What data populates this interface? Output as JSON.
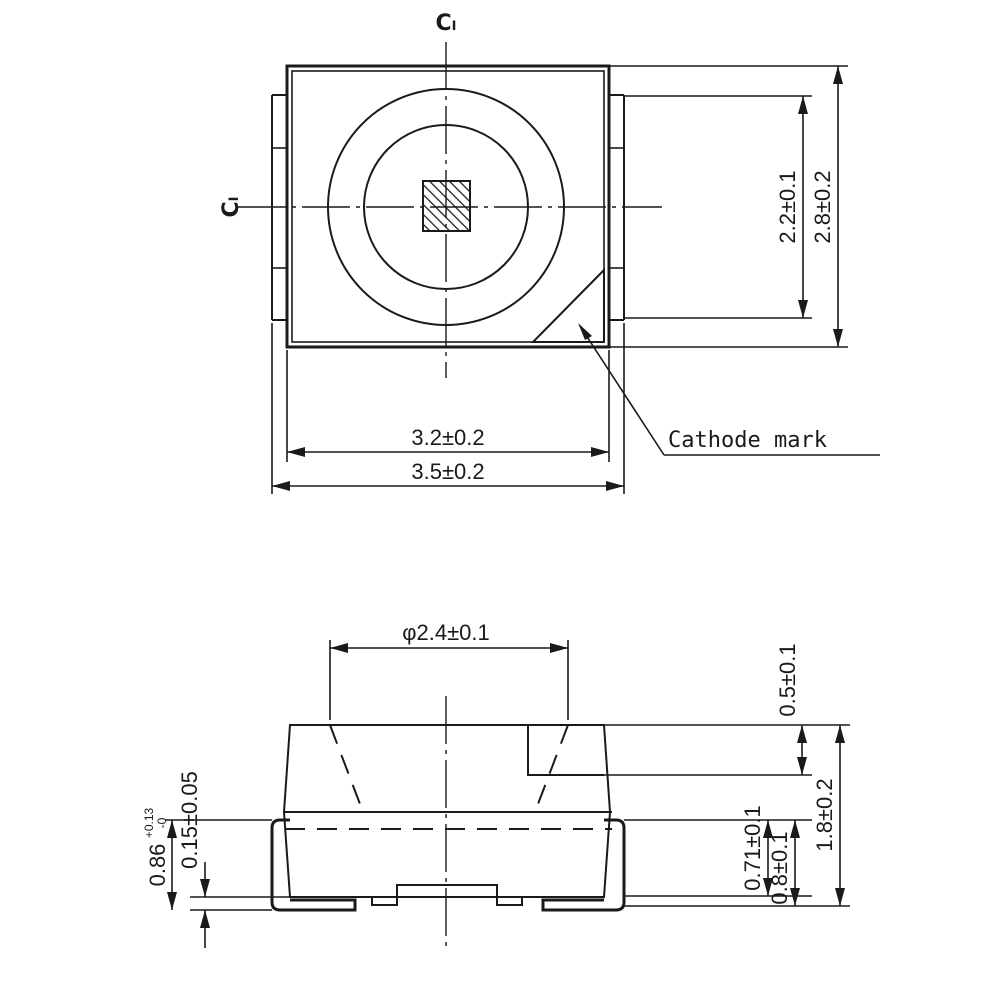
{
  "top_view": {
    "centerline_symbol": "Cₗ",
    "dim_width_body": "3.2±0.2",
    "dim_width_total": "3.5±0.2",
    "dim_height_lens": "2.2±0.1",
    "dim_height_body": "2.8±0.2",
    "cathode_label": "Cathode mark"
  },
  "side_view": {
    "dim_lens_diameter": "φ2.4±0.1",
    "dim_lens_depth": "0.5±0.1",
    "dim_total_height": "1.8±0.2",
    "dim_071": "0.71±0.1",
    "dim_08": "0.8±0.1",
    "dim_015": "0.15±0.05",
    "dim_086_base": "0.86",
    "dim_086_tol_plus": "+0.13",
    "dim_086_tol_minus": "-0"
  }
}
